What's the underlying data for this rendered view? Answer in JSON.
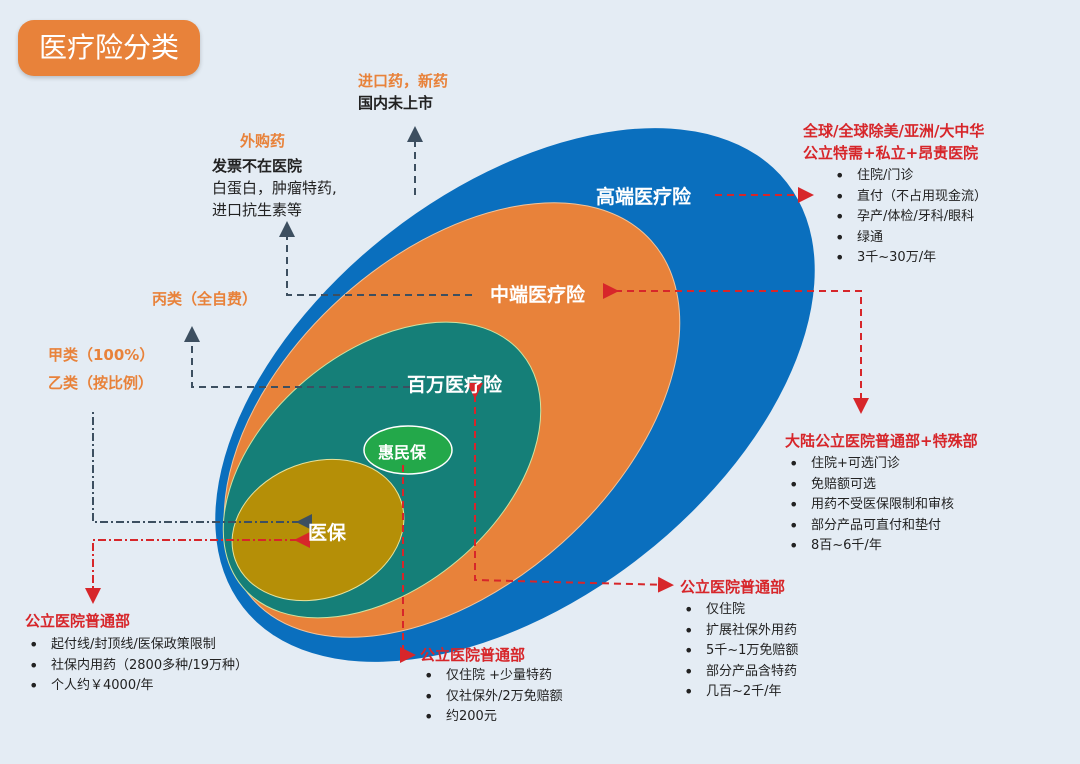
{
  "title": "医疗险分类",
  "ellipses": {
    "high": "高端医疗险",
    "mid": "中端医疗险",
    "million": "百万医疗险",
    "huiminbao": "惠民保",
    "yibao": "医保"
  },
  "colors": {
    "high": "#0a6fbe",
    "mid": "#e8823a",
    "million": "#157f78",
    "huiminbao": "#23a84a",
    "yibao": "#b58f07",
    "arrow_red": "#d7262a",
    "arrow_dark": "#3d4f60"
  },
  "drugs": {
    "import_title": "进口药，新药",
    "import_sub": "国内未上市",
    "outside_title": "外购药",
    "outside_line1": "发票不在医院",
    "outside_line2": "白蛋白，肿瘤特药,",
    "outside_line3": "进口抗生素等",
    "class_c": "丙类（全自费）",
    "class_a": "甲类（100%）",
    "class_b": "乙类（按比例）"
  },
  "high_info": {
    "title1": "全球/全球除美/亚洲/大中华",
    "title2": "公立特需+私立+昂贵医院",
    "items": [
      "住院/门诊",
      "直付（不占用现金流）",
      "孕产/体检/牙科/眼科",
      "绿通",
      "3千~30万/年"
    ]
  },
  "mid_info": {
    "title": "大陆公立医院普通部+特殊部",
    "items": [
      "住院+可选门诊",
      "免赔额可选",
      "用药不受医保限制和审核",
      "部分产品可直付和垫付",
      "8百~6千/年"
    ]
  },
  "million_info": {
    "title": "公立医院普通部",
    "items": [
      "仅住院",
      "扩展社保外用药",
      "5千~1万免赔额",
      "部分产品含特药",
      "几百~2千/年"
    ]
  },
  "hmb_info": {
    "title": "公立医院普通部",
    "items": [
      "仅住院 +少量特药",
      "仅社保外/2万免赔额",
      "约200元"
    ]
  },
  "yibao_info": {
    "title": "公立医院普通部",
    "items": [
      "起付线/封顶线/医保政策限制",
      "社保内用药（2800多种/19万种）",
      "个人约￥4000/年"
    ]
  }
}
